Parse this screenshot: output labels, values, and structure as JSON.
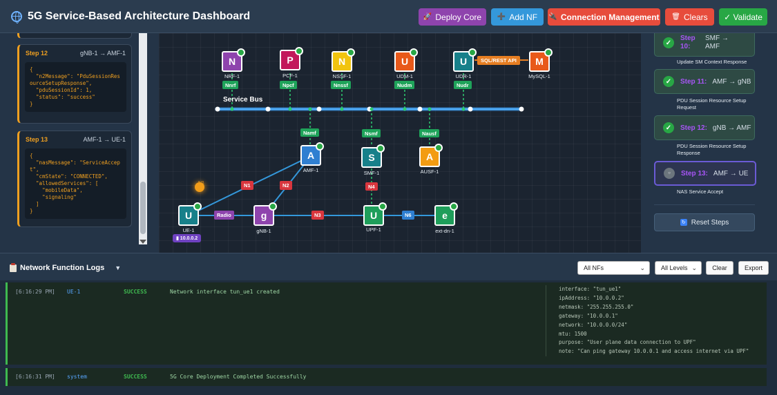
{
  "header": {
    "title": "5G Service-Based Architecture Dashboard",
    "buttons": {
      "deploy": "Deploy Core",
      "add_nf": "Add NF",
      "connection": "Connection Management",
      "clears": "Clears",
      "validate": "✓ Validate"
    }
  },
  "timeline": {
    "cards": [
      {
        "step": "Step 12",
        "route": "gNB-1 → AMF-1",
        "payload": "{\n  \"n2Message\": \"PduSessionResourceSetupResponse\",\n  \"pduSessionId\": 1,\n  \"status\": \"success\"\n}"
      },
      {
        "step": "Step 13",
        "route": "AMF-1 → UE-1",
        "payload": "{\n  \"nasMessage\": \"ServiceAccept\",\n  \"cmState\": \"CONNECTED\",\n  \"allowedServices\": [\n    \"mobileData\",\n    \"signaling\"\n  ]\n}"
      }
    ]
  },
  "topology": {
    "bus_label": "Service Bus",
    "sql_api": "SQL/REST API",
    "ue_ip": "10.0.0.2",
    "n1_float": "N1",
    "nfs": {
      "nrf": {
        "letter": "N",
        "name": "NRF-1",
        "iface": "Nnrf"
      },
      "pcf": {
        "letter": "P",
        "name": "PCF-1",
        "iface": "Npcf"
      },
      "nssf": {
        "letter": "N",
        "name": "NSSF-1",
        "iface": "Nnssf"
      },
      "udm": {
        "letter": "U",
        "name": "UDM-1",
        "iface": "Nudm"
      },
      "udr": {
        "letter": "U",
        "name": "UDR-1",
        "iface": "Nudr"
      },
      "mysql": {
        "letter": "M",
        "name": "MySQL-1"
      },
      "amf": {
        "letter": "A",
        "name": "AMF-1",
        "iface": "Namf"
      },
      "smf": {
        "letter": "S",
        "name": "SMF-1",
        "iface": "Nsmf"
      },
      "ausf": {
        "letter": "A",
        "name": "AUSF-1",
        "iface": "Nausf"
      },
      "ue": {
        "letter": "U",
        "name": "UE-1"
      },
      "gnb": {
        "letter": "g",
        "name": "gNB-1"
      },
      "upf": {
        "letter": "U",
        "name": "UPF-1"
      },
      "extdn": {
        "letter": "e",
        "name": "ext-dn-1"
      }
    },
    "links": {
      "n1": "N1",
      "n2": "N2",
      "n3": "N3",
      "n4": "N4",
      "n6": "N6",
      "radio": "Radio"
    }
  },
  "steps": {
    "items": [
      {
        "num": "Step 10:",
        "route": "SMF → AMF",
        "desc": "Update SM Context Response"
      },
      {
        "num": "Step 11:",
        "route": "AMF → gNB",
        "desc": "PDU Session Resource Setup Request"
      },
      {
        "num": "Step 12:",
        "route": "gNB → AMF",
        "desc": "PDU Session Resource Setup Response"
      },
      {
        "num": "Step 13:",
        "route": "AMF → UE",
        "desc": "NAS Service Accept"
      }
    ],
    "reset_label": "Reset Steps"
  },
  "logs": {
    "title": "Network Function Logs",
    "filter_nf": "All NFs",
    "filter_level": "All Levels",
    "clear": "Clear",
    "export": "Export",
    "entries": [
      {
        "time": "[6:16:29 PM]",
        "source": "UE-1",
        "level": "SUCCESS",
        "message": "Network interface tun_ue1 created",
        "details": [
          "interface: \"tun_ue1\"",
          "ipAddress: \"10.0.0.2\"",
          "netmask: \"255.255.255.0\"",
          "gateway: \"10.0.0.1\"",
          "network: \"10.0.0.0/24\"",
          "mtu: 1500",
          "purpose: \"User plane data connection to UPF\"",
          "note: \"Can ping gateway 10.0.0.1 and access internet via UPF\""
        ]
      },
      {
        "time": "[6:16:31 PM]",
        "source": "system",
        "level": "SUCCESS",
        "message": "5G Core Deployment Completed Successfully"
      }
    ]
  },
  "colors": {
    "purple": "#8e44ad",
    "pink": "#c2185b",
    "yellow": "#f1c40f",
    "orange": "#e8591a",
    "teal": "#17808a",
    "blue": "#2f7fd1",
    "green": "#1e9e5a",
    "iface_green": "#1fa35a",
    "link_red": "#d9363e",
    "link_blue": "#2f7fd1",
    "link_purple": "#8e44ad"
  }
}
